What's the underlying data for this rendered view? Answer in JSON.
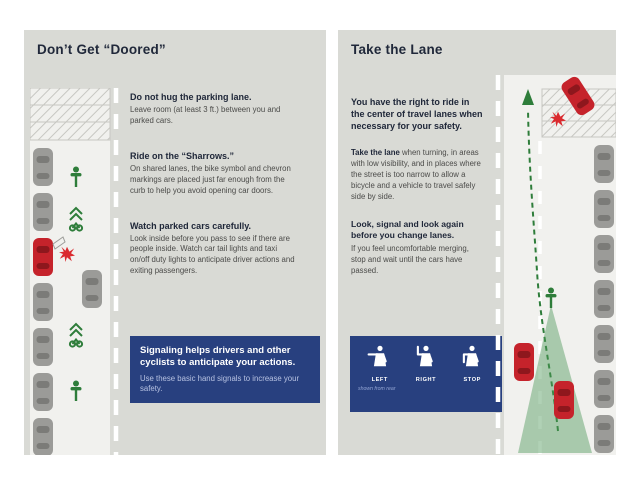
{
  "left_panel": {
    "title": "Don’t Get “Doored”",
    "sections": [
      {
        "heading": "Do not hug the parking lane.",
        "body": "Leave room (at least 3 ft.) between you and parked cars."
      },
      {
        "heading": "Ride on the “Sharrows.”",
        "body": "On shared lanes, the bike symbol and chevron markings are placed just far enough from the curb to help you avoid opening car doors."
      },
      {
        "heading": "Watch parked cars carefully.",
        "body": "Look inside before you pass to see if there are people inside. Watch car tail lights and taxi on/off duty lights to anticipate driver actions and exiting passengers."
      }
    ],
    "callout": {
      "heading": "Signaling helps drivers and other cyclists to anticipate your actions.",
      "body": "Use these basic hand signals to increase your safety."
    }
  },
  "right_panel": {
    "title": "Take the Lane",
    "intro": "You have the right to ride in the center of travel lanes when necessary for your safety.",
    "take_lane_bold": "Take the lane",
    "take_lane_rest": " when turning, in areas with low visibility, and in places where the street is too narrow to allow a bicycle and a vehicle to travel safely side by side.",
    "look_heading": "Look, signal and look again before you change lanes.",
    "look_body": "If you feel uncomfortable merging, stop and wait until the cars have passed.",
    "signals": {
      "labels": [
        "LEFT",
        "RIGHT",
        "STOP"
      ],
      "caption": "shown from rear"
    }
  },
  "colors": {
    "panel_bg": "#d9dad5",
    "road": "#f1f1ee",
    "navy_box": "#28407f",
    "heading_navy": "#20283a",
    "green": "#2e7d3a",
    "red": "#c5232b",
    "car_gray": "#9b9b98"
  },
  "icons": {
    "parked_car": "top-view gray car",
    "red_car": "top-view red car",
    "cyclist": "rear-view green cyclist",
    "sharrow": "green chevron shared-lane marking",
    "crash": "red starburst alert",
    "hand_signal_left": "figure with arm out left",
    "hand_signal_right": "figure with arm bent up",
    "hand_signal_stop": "figure with arm bent down",
    "path_arrow": "green dashed route arrow",
    "view_cone": "green visibility triangle"
  }
}
